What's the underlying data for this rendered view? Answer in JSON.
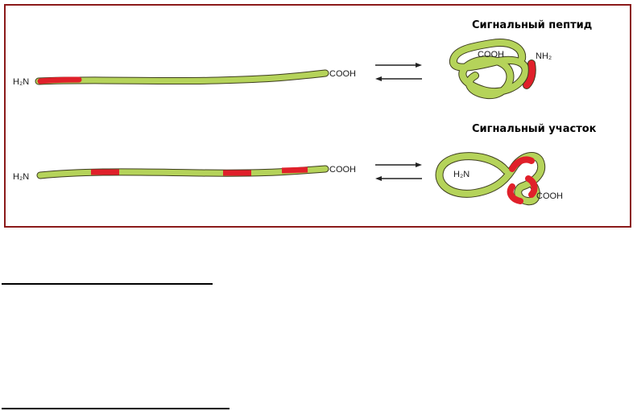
{
  "diagram": {
    "panel_top": {
      "title": "Сигнальный пептид",
      "n_terminus": "H₂N",
      "c_terminus": "COOH",
      "folded_c_terminus": "COOH",
      "folded_n_terminus": "NH₂"
    },
    "panel_bottom": {
      "title": "Сигнальный участок",
      "n_terminus": "H₂N",
      "c_terminus": "COOH",
      "folded_n_terminus": "H₂N",
      "folded_c_terminus": "COOH"
    },
    "colors": {
      "chain": "#b5d35a",
      "signal": "#e0202a",
      "outline": "#3d3d1e",
      "frame": "#8b1a1a"
    }
  }
}
